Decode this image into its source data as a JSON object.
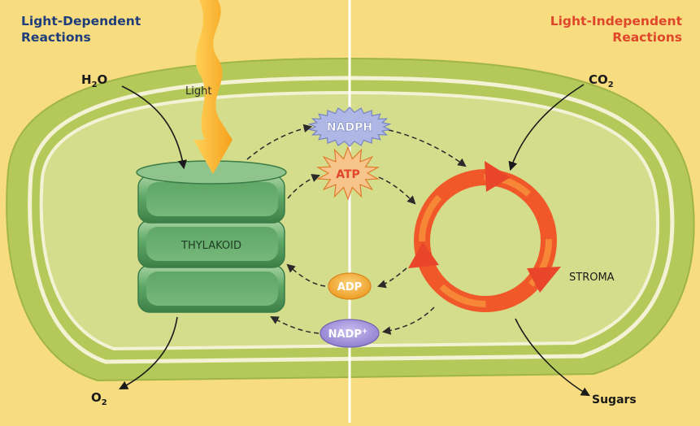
{
  "titles": {
    "left_line1": "Light-Dependent",
    "left_line2": "Reactions",
    "right_line1": "Light-Independent",
    "right_line2": "Reactions"
  },
  "labels": {
    "light": "Light",
    "h2o_main": "H",
    "h2o_sub": "2",
    "h2o_tail": "O",
    "co2_main": "CO",
    "co2_sub": "2",
    "o2_main": "O",
    "o2_sub": "2",
    "sugars": "Sugars",
    "thylakoid": "THYLAKOID",
    "stroma": "STROMA"
  },
  "molecules": {
    "nadph": "NADPH",
    "atp": "ATP",
    "adp": "ADP",
    "nadp_main": "NADP",
    "nadp_sup": "+"
  },
  "colors": {
    "background": "#f8dc80",
    "chloroplast_outer": "#b5c95a",
    "chloroplast_inner": "#d3dd8c",
    "thylakoid": "#4c9a58",
    "cycle_arrow": "#f0582a",
    "light_ray": "#f9a919",
    "nadph_badge": "#aeb7e6",
    "atp_badge": "#f7c48b",
    "adp_badge": "#f5b03c",
    "nadp_badge": "#9c8fd6"
  }
}
